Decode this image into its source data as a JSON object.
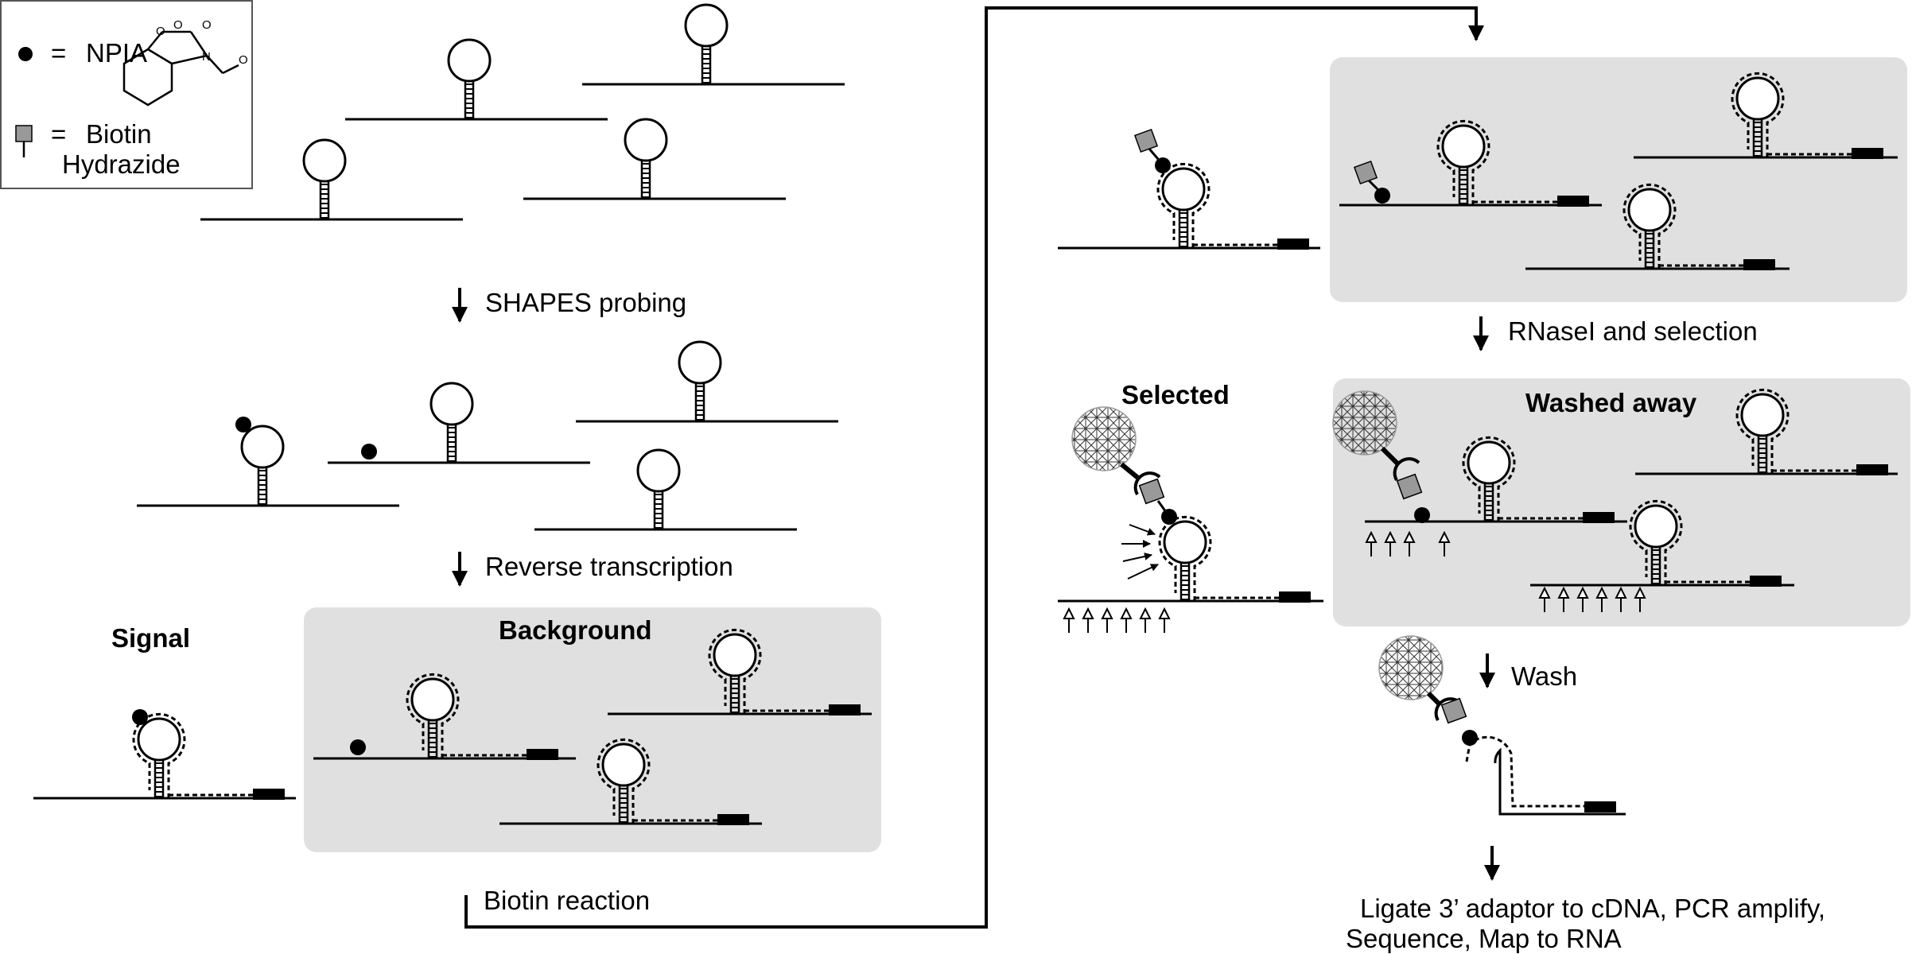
{
  "legend": {
    "npia_symbol_eq": "=",
    "npia_label": "NPIA",
    "biotin_symbol_eq": "=",
    "biotin_label_line1": "Biotin",
    "biotin_label_line2": "Hydrazide",
    "chem_atoms": [
      "O",
      "O",
      "O",
      "N",
      "O"
    ]
  },
  "steps": {
    "shapes_probing": "SHAPES probing",
    "reverse_transcription": "Reverse transcription",
    "biotin_reaction": "Biotin reaction",
    "rnase_selection": "RNaseI and selection",
    "wash": "Wash",
    "final_line1": "Ligate 3’ adaptor to cDNA, PCR amplify,",
    "final_line2": "Sequence, Map to RNA"
  },
  "panels": {
    "signal": "Signal",
    "background": "Background",
    "selected": "Selected",
    "washed_away": "Washed away"
  },
  "colors": {
    "panel_bg": "#e0e0e0",
    "biotin_box": "#999999",
    "ink": "#000000"
  }
}
